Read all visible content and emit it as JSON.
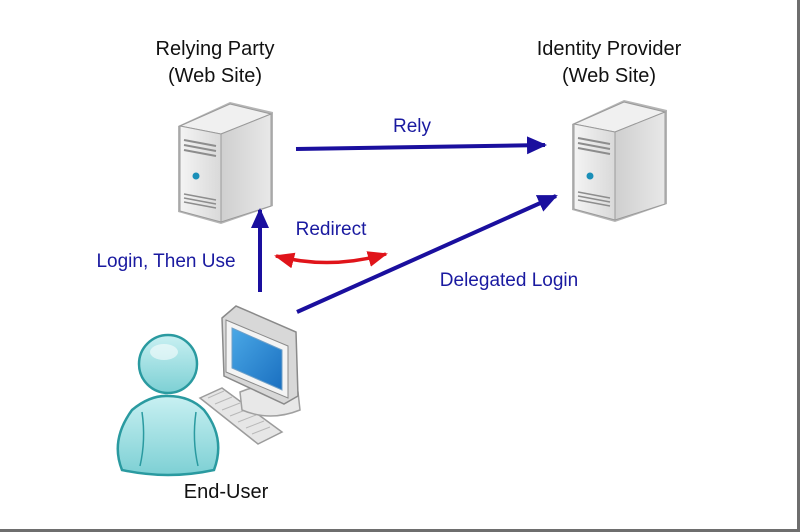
{
  "nodes": {
    "relying_party": {
      "title": "Relying Party",
      "subtitle": "(Web Site)",
      "icon": "server-icon"
    },
    "identity_provider": {
      "title": "Identity Provider",
      "subtitle": "(Web Site)",
      "icon": "server-icon"
    },
    "end_user": {
      "title": "End-User",
      "icon": "user-computer-icon"
    }
  },
  "edges": {
    "rely": {
      "label": "Rely",
      "from": "Relying Party",
      "to": "Identity Provider",
      "color": "#1a0f9e"
    },
    "redirect": {
      "label": "Redirect",
      "type": "bidirectional",
      "color": "#e0141a"
    },
    "login_then_use": {
      "label": "Login, Then Use",
      "from": "End-User",
      "to": "Relying Party",
      "color": "#1a0f9e"
    },
    "delegated_login": {
      "label": "Delegated Login",
      "from": "End-User",
      "to": "Identity Provider",
      "color": "#1a0f9e"
    }
  }
}
